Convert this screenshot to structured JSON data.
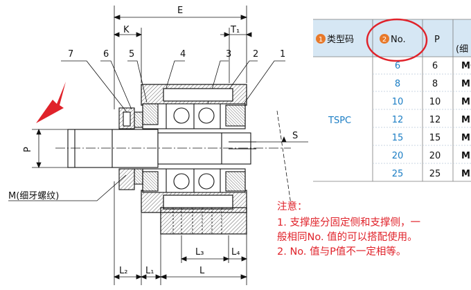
{
  "drawing": {
    "dims": {
      "E": "E",
      "K": "K",
      "T1": "T₁",
      "S": "S",
      "P": "P",
      "L2": "L₂",
      "L1": "L₁",
      "L": "L",
      "L3": "L₃",
      "L4": "L₄"
    },
    "parts": [
      "7",
      "6",
      "5",
      "4",
      "3",
      "2",
      "1"
    ],
    "m_label": "M(细牙螺纹)"
  },
  "table": {
    "headers": {
      "type_num": "1",
      "type_text": "类型码",
      "no_num": "2",
      "no_text": "No.",
      "p": "P",
      "cut": "(细"
    },
    "type_code": "TSPC",
    "rows": [
      {
        "no": "6",
        "p": "6",
        "m": "M6"
      },
      {
        "no": "8",
        "p": "8",
        "m": "M"
      },
      {
        "no": "10",
        "p": "10",
        "m": "M1"
      },
      {
        "no": "12",
        "p": "12",
        "m": "M1"
      },
      {
        "no": "15",
        "p": "15",
        "m": "M1"
      },
      {
        "no": "20",
        "p": "20",
        "m": "M2"
      },
      {
        "no": "25",
        "p": "25",
        "m": "M2"
      }
    ]
  },
  "notes": {
    "title": "注意：",
    "line1": "1. 支撑座分固定侧和支撑侧，一",
    "line2": "般相同No. 值的可以搭配使用。",
    "line3": "2. No. 值与P值不一定相等。"
  },
  "colors": {
    "accent_red": "#e0222a",
    "link_blue": "#1a7dc4",
    "header_bg": "#d6e7f4",
    "badge_orange": "#e8792a"
  }
}
